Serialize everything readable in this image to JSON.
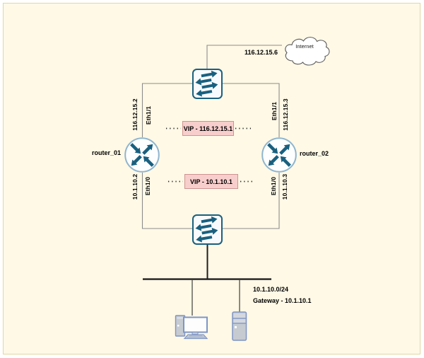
{
  "colors": {
    "canvas_bg": "#FFF9E6",
    "canvas_border": "#E2D7A0",
    "device_teal": "#19607F",
    "router_ring": "#8FB5CE",
    "device_fill": "#F8FBFD",
    "link_gray": "#8C8C8C",
    "bus_black": "#1F1F1F",
    "vip_fill": "#F8CECC",
    "vip_border": "#CE9391",
    "endpoint_stroke": "#7E95C4",
    "endpoint_fill": "#C6CBD2",
    "cloud_stroke": "#595959"
  },
  "cloud": {
    "label": "Internet"
  },
  "wan": {
    "uplink_ip": "116.12.15.6"
  },
  "vips": {
    "wan": "VIP - 116.12.15.1",
    "lan": "VIP - 10.1.10.1"
  },
  "routers": {
    "router_01": {
      "name": "router_01",
      "wan_port": "Eth1/1",
      "wan_ip": "116.12.15.2",
      "lan_port": "Eth1/0",
      "lan_ip": "10.1.10.2"
    },
    "router_02": {
      "name": "router_02",
      "wan_port": "Eth1/1",
      "wan_ip": "116.12.15.3",
      "lan_port": "Eth1/0",
      "lan_ip": "10.1.10.3"
    }
  },
  "lan": {
    "subnet": "10.1.10.0/24",
    "gateway_label": "Gateway - 10.1.10.1"
  },
  "icons": {
    "cloud": "internet-cloud-icon",
    "switch": "l2-switch-icon",
    "router": "router-icon",
    "desktop": "desktop-computer-icon",
    "server": "server-icon"
  }
}
